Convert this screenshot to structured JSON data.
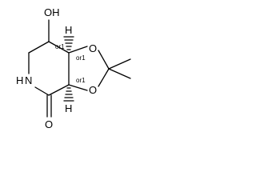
{
  "molecule": {
    "atoms": {
      "oh": "OH",
      "o_ring_top": "O",
      "o_ring_bottom": "O",
      "n": "N",
      "nh_h": "H",
      "o_carbonyl": "O",
      "h_top": "H",
      "h_bottom": "H"
    },
    "stereo": {
      "c_oh": "or1",
      "c_top": "or1",
      "c_bottom": "or1"
    }
  }
}
